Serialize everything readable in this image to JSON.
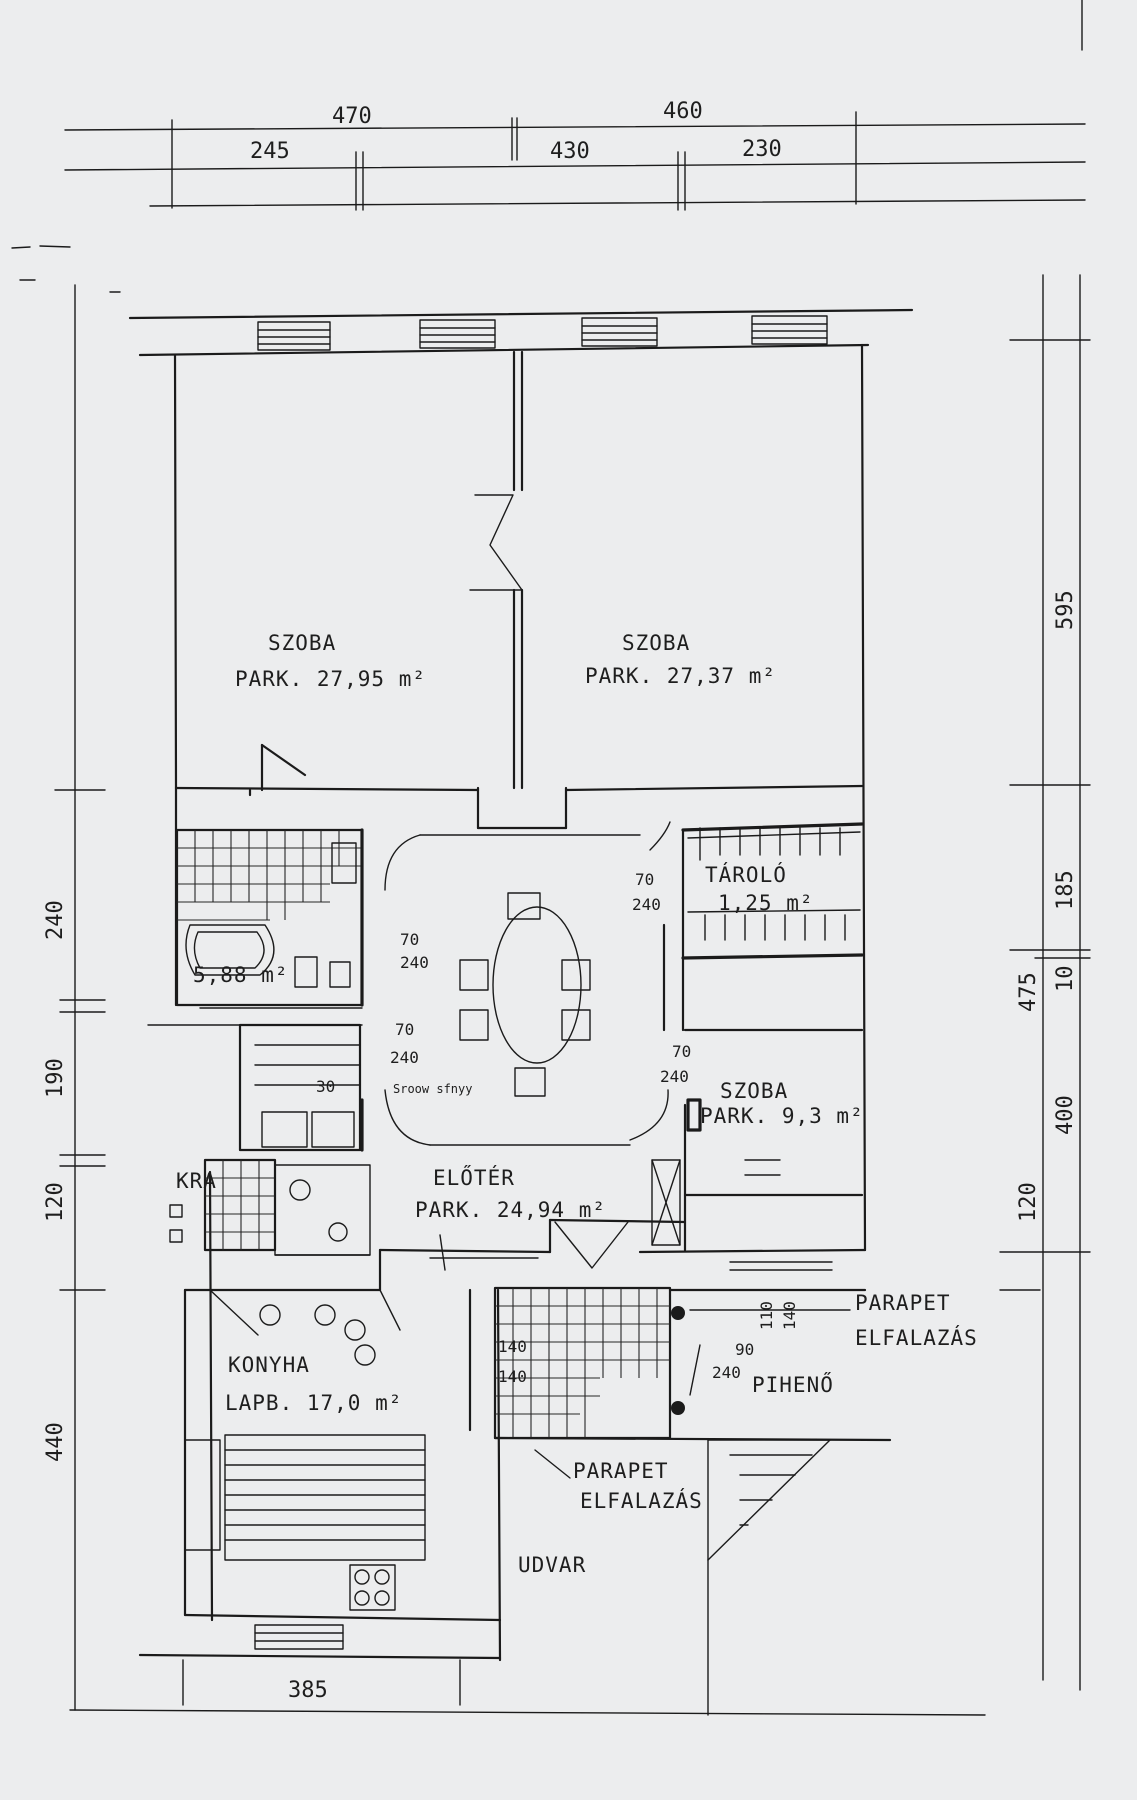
{
  "dimensions": {
    "top_row1": [
      "470",
      "460"
    ],
    "top_row2": [
      "245",
      "430",
      "230"
    ],
    "right": [
      "595",
      "185",
      "10",
      "475",
      "400",
      "120"
    ],
    "left": [
      "240",
      "190",
      "120",
      "440"
    ],
    "bottom": "385"
  },
  "rooms": {
    "szoba1": {
      "name": "SZOBA",
      "area": "PARK. 27,95 m²"
    },
    "szoba2": {
      "name": "SZOBA",
      "area": "PARK. 27,37 m²"
    },
    "tarolo": {
      "name": "TÁROLÓ",
      "area": "1,25 m²",
      "door": [
        "70",
        "240"
      ]
    },
    "bath": {
      "area": "5,88 m²"
    },
    "szoba3": {
      "name": "SZOBA",
      "area": "PARK. 9,3 m²"
    },
    "eloter": {
      "name": "ELŐTÉR",
      "area": "PARK. 24,94 m²"
    },
    "konyha": {
      "name": "KONYHA",
      "area": "LAPB. 17,0 m²"
    },
    "kra": {
      "name": "KRA"
    },
    "udvar": {
      "name": "UDVAR"
    },
    "piheno": {
      "name": "PIHENŐ"
    }
  },
  "door_labels": {
    "bath_door": [
      "70",
      "240"
    ],
    "hall_door": [
      "70",
      "240"
    ],
    "szoba3_door": [
      "70",
      "240"
    ],
    "stair_door1": [
      "110",
      "140"
    ],
    "stair_door2": [
      "90",
      "240"
    ],
    "stair_door3": [
      "140",
      "140"
    ],
    "small_30": "30",
    "stove_note": "Sroow sfnyy"
  },
  "notes": {
    "parapet1": [
      "PARAPET",
      "ELFALAZÁS"
    ],
    "parapet2": [
      "PARAPET",
      "ELFALAZÁS"
    ]
  }
}
